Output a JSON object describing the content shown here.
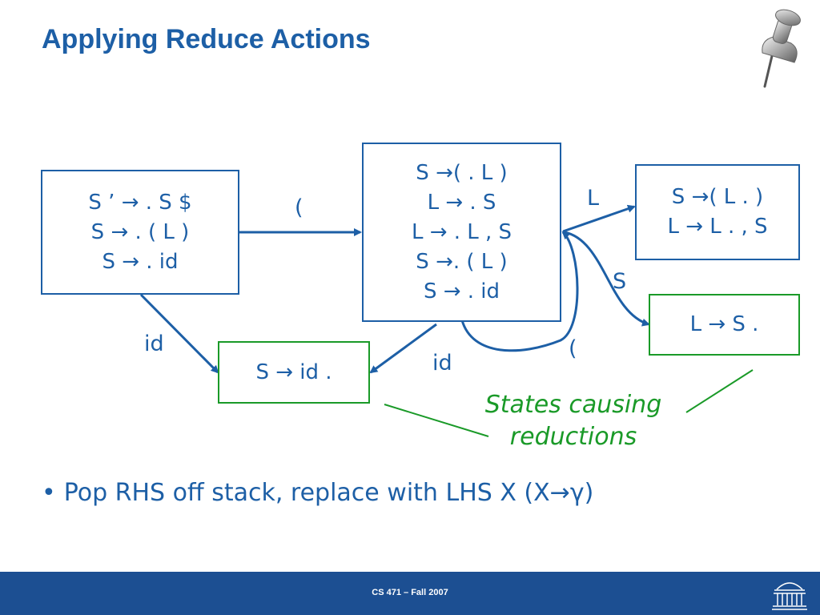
{
  "slide": {
    "title": "Applying Reduce Actions"
  },
  "states": {
    "s0": [
      "S ’ → . S $",
      "S → . ( L )",
      "S → . id"
    ],
    "s1": [
      "S →( . L )",
      "L → . S",
      "L → . L , S",
      "S →. ( L )",
      "S → . id"
    ],
    "s2": [
      "S →( L . )",
      "L → L . , S"
    ],
    "s3": [
      "L → S ."
    ],
    "s4": [
      "S → id ."
    ]
  },
  "edges": {
    "s0_s1": "(",
    "s0_s4": "id",
    "s1_s4": "id",
    "s1_s1": "(",
    "s1_s2": "L",
    "s1_s3": "S"
  },
  "annotation": {
    "line1": "States causing",
    "line2": "reductions"
  },
  "bullet": {
    "text": "Pop RHS off stack, replace with LHS X (X→γ)"
  },
  "footer": {
    "text": "CS 471 – Fall 2007"
  },
  "icons": {
    "pin": "pushpin-icon",
    "logo": "rotunda-logo-icon"
  },
  "colors": {
    "blue": "#1d5fa6",
    "green": "#1a9a28",
    "footer": "#1c4f92"
  }
}
